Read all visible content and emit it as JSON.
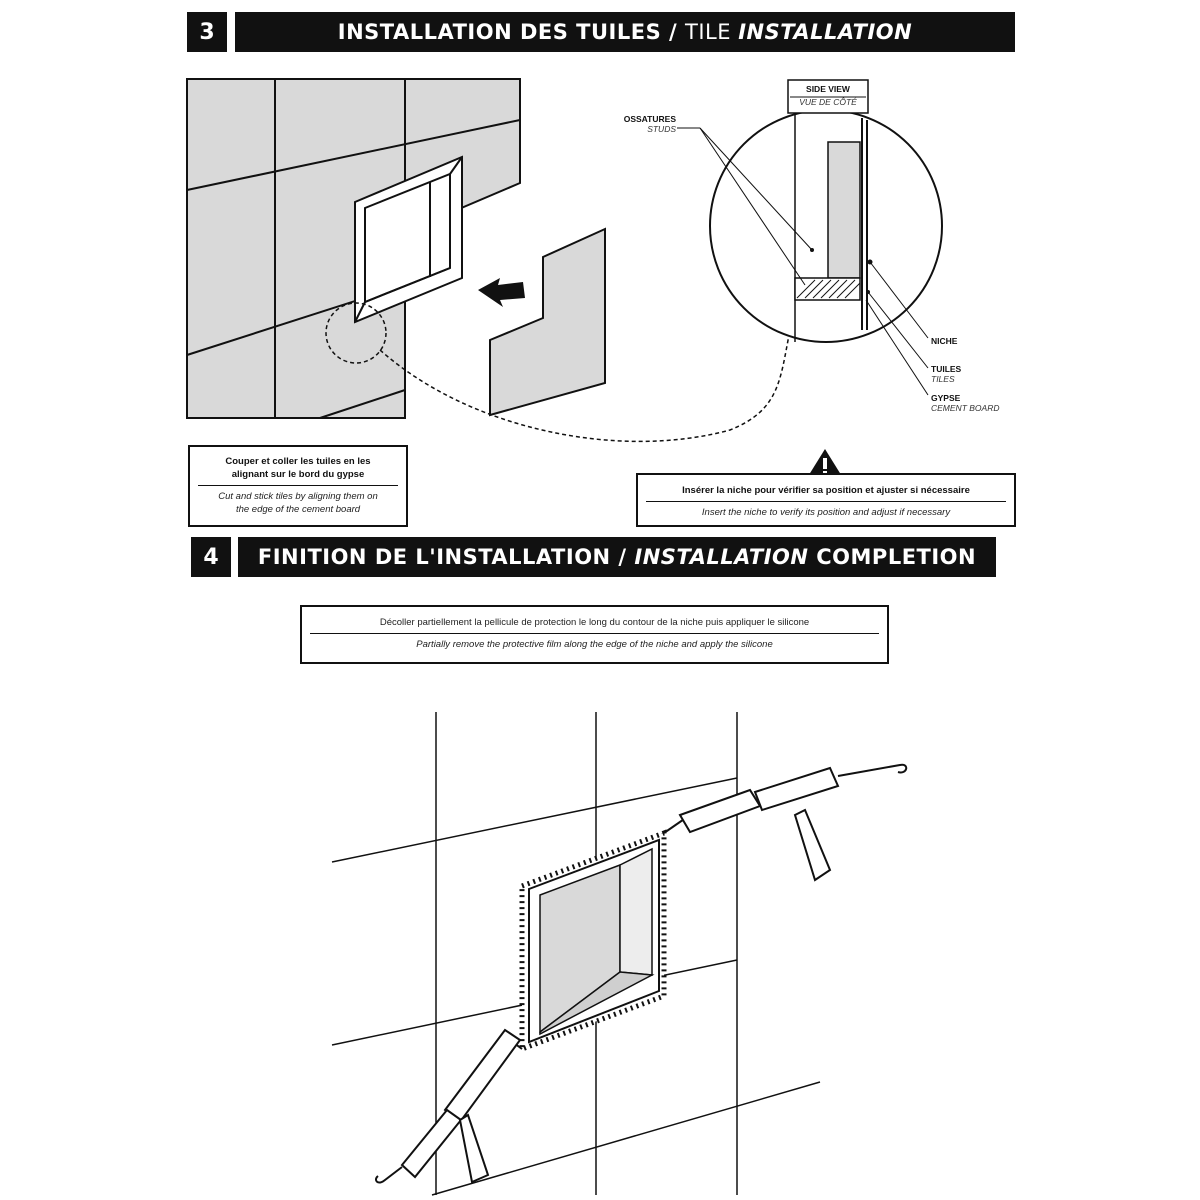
{
  "step3": {
    "number": "3",
    "title_fr": "INSTALLATION DES TUILES",
    "title_sep": " / ",
    "title_en_1": "TILE ",
    "title_en_2": "INSTALLATION"
  },
  "side_view": {
    "title_en": "SIDE VIEW",
    "title_fr": "VUE DE CÔTÉ",
    "studs_fr": "OSSATURES",
    "studs_en": "STUDS",
    "niche": "NICHE",
    "tiles_fr": "TUILES",
    "tiles_en": "TILES",
    "board_fr": "GYPSE",
    "board_en": "CEMENT BOARD"
  },
  "caption_cut": {
    "fr_1": "Couper et coller les tuiles en les",
    "fr_2": "alignant sur le bord du gypse",
    "en_1": "Cut and stick tiles by aligning them on",
    "en_2": "the edge of the cement board"
  },
  "caption_insert": {
    "fr": "Insérer la niche pour vérifier sa position et ajuster si nécessaire",
    "en": "Insert the niche to verify its position and adjust if necessary",
    "warning_symbol": "!"
  },
  "step4": {
    "number": "4",
    "title_fr": "FINITION DE L'INSTALLATION",
    "title_sep": " / ",
    "title_en_1": "INSTALLATION",
    "title_en_2": " COMPLETION"
  },
  "caption_finish": {
    "fr": "Décoller partiellement la pellicule de protection le long du contour de la niche puis appliquer le silicone",
    "en": "Partially remove the protective film along the edge of the niche and apply the silicone"
  },
  "icons": {
    "arrow": "arrow-left-icon",
    "warning": "warning-triangle-icon",
    "caulk_gun": "caulking-gun-icon"
  }
}
